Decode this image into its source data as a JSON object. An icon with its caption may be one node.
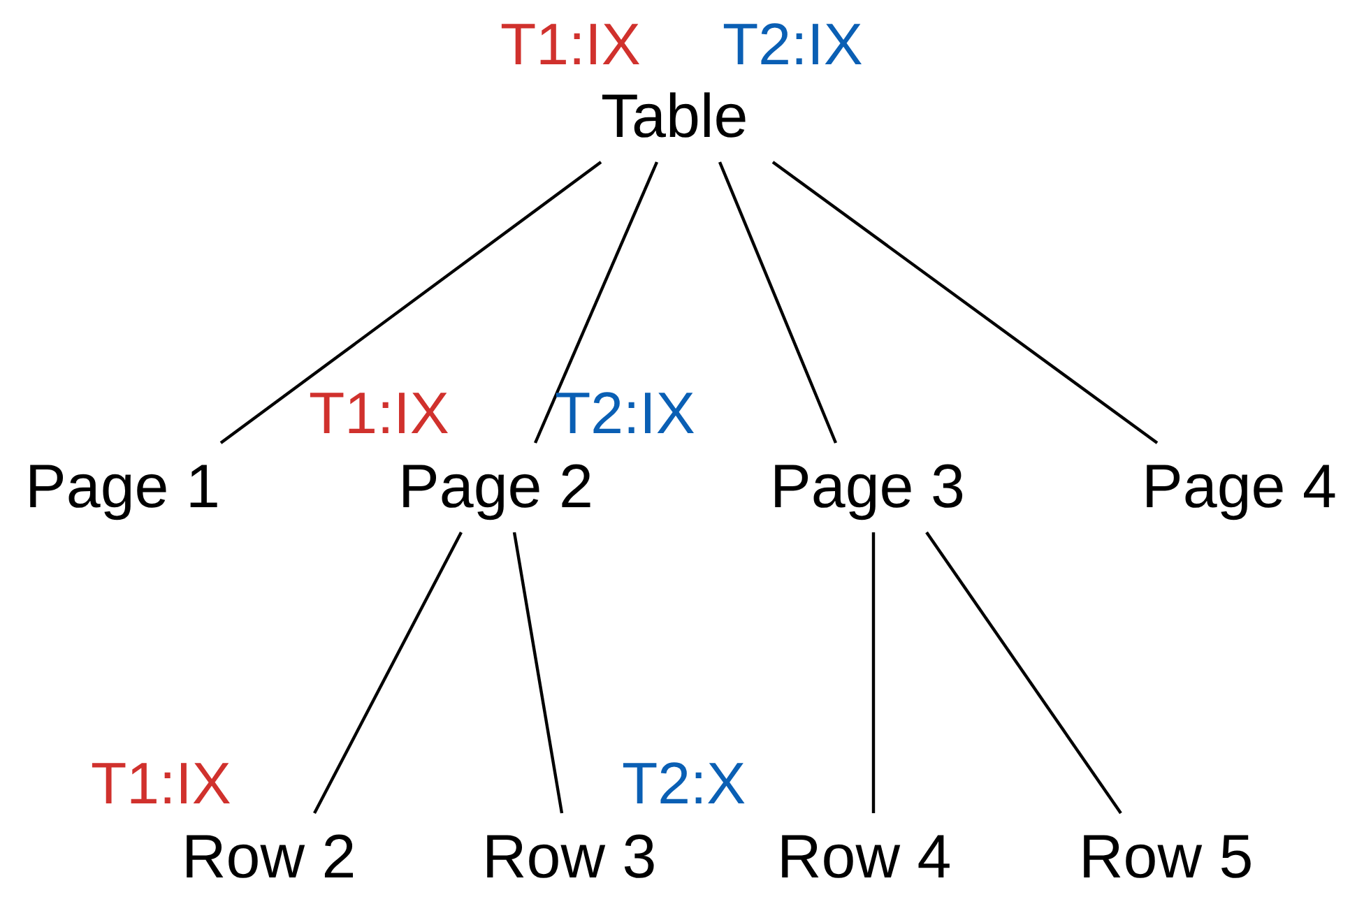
{
  "diagram": {
    "nodes": [
      {
        "text": [
          "Table"
        ],
        "beside": [
          "T1:IX",
          "T2:IX"
        ]
      },
      {
        "text": [
          "Page 1"
        ]
      },
      {
        "text": [
          "Page 2"
        ],
        "beside": [
          "T1:IX",
          "T2:IX"
        ]
      },
      {
        "text": [
          "Page 3"
        ]
      },
      {
        "text": [
          "Page 4"
        ]
      },
      {
        "text": [
          "Row 2"
        ],
        "beside": [
          "T1:IX"
        ]
      },
      {
        "text": [
          "Row 3"
        ],
        "beside": [
          "T2:X"
        ]
      },
      {
        "text": [
          "Row 4"
        ]
      },
      {
        "text": [
          "Row 5"
        ]
      }
    ],
    "edges": [
      {
        "from": 0,
        "to": 1,
        "arrow": "none"
      },
      {
        "from": 0,
        "to": 2,
        "arrow": "none"
      },
      {
        "from": 0,
        "to": 3,
        "arrow": "none"
      },
      {
        "from": 0,
        "to": 4,
        "arrow": "none"
      },
      {
        "from": 2,
        "to": 5,
        "arrow": "none"
      },
      {
        "from": 2,
        "to": 6,
        "arrow": "none"
      },
      {
        "from": 3,
        "to": 7,
        "arrow": "none"
      },
      {
        "from": 3,
        "to": 8,
        "arrow": "none"
      }
    ]
  }
}
